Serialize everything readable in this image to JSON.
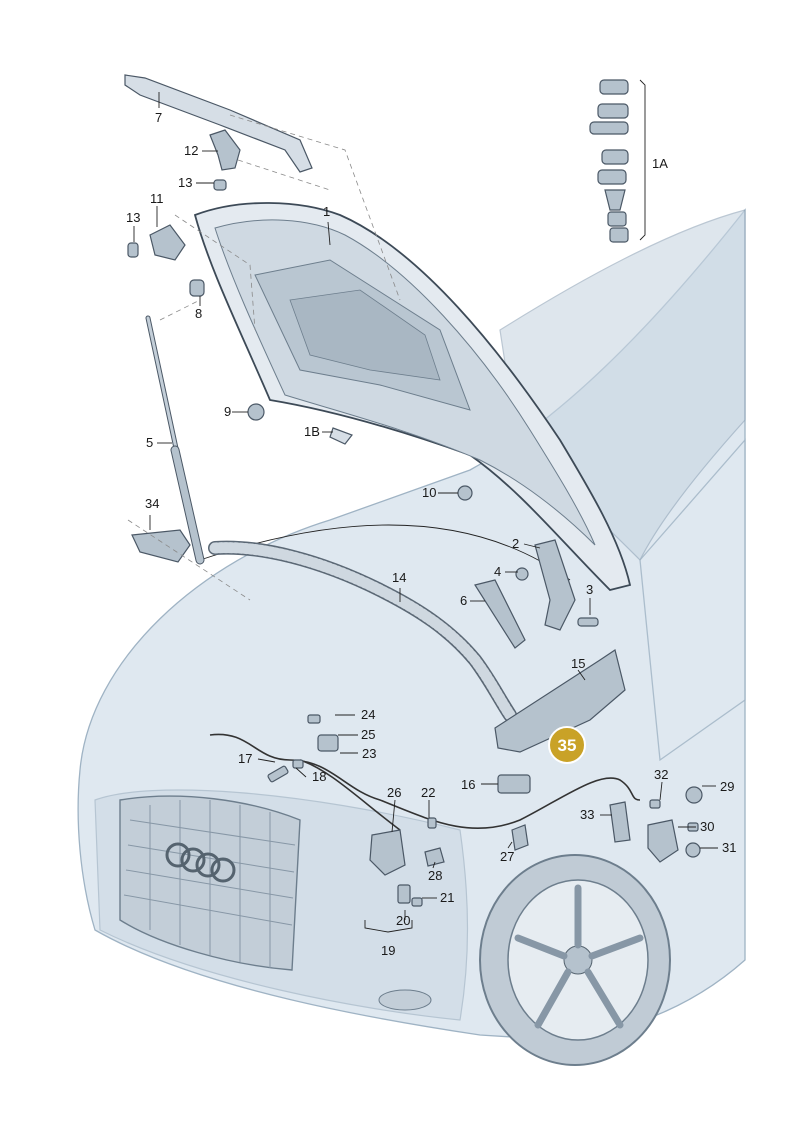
{
  "callouts": [
    {
      "id": "c1",
      "label": "1"
    },
    {
      "id": "c1a",
      "label": "1A"
    },
    {
      "id": "c1b",
      "label": "1B"
    },
    {
      "id": "c2",
      "label": "2"
    },
    {
      "id": "c3",
      "label": "3"
    },
    {
      "id": "c4",
      "label": "4"
    },
    {
      "id": "c5",
      "label": "5"
    },
    {
      "id": "c6",
      "label": "6"
    },
    {
      "id": "c7",
      "label": "7"
    },
    {
      "id": "c8",
      "label": "8"
    },
    {
      "id": "c9",
      "label": "9"
    },
    {
      "id": "c10",
      "label": "10"
    },
    {
      "id": "c11",
      "label": "11"
    },
    {
      "id": "c12",
      "label": "12"
    },
    {
      "id": "c13a",
      "label": "13"
    },
    {
      "id": "c13b",
      "label": "13"
    },
    {
      "id": "c14",
      "label": "14"
    },
    {
      "id": "c15",
      "label": "15"
    },
    {
      "id": "c16",
      "label": "16"
    },
    {
      "id": "c17",
      "label": "17"
    },
    {
      "id": "c18",
      "label": "18"
    },
    {
      "id": "c19",
      "label": "19"
    },
    {
      "id": "c20",
      "label": "20"
    },
    {
      "id": "c21",
      "label": "21"
    },
    {
      "id": "c22",
      "label": "22"
    },
    {
      "id": "c23",
      "label": "23"
    },
    {
      "id": "c24",
      "label": "24"
    },
    {
      "id": "c25",
      "label": "25"
    },
    {
      "id": "c26",
      "label": "26"
    },
    {
      "id": "c27",
      "label": "27"
    },
    {
      "id": "c28",
      "label": "28"
    },
    {
      "id": "c29",
      "label": "29"
    },
    {
      "id": "c30",
      "label": "30"
    },
    {
      "id": "c31",
      "label": "31"
    },
    {
      "id": "c32",
      "label": "32"
    },
    {
      "id": "c33",
      "label": "33"
    },
    {
      "id": "c34",
      "label": "34"
    }
  ],
  "highlight": {
    "label": "35",
    "color": "#c9a227"
  },
  "colors": {
    "car_body": "#dfe8f0",
    "car_outline": "#9fb3c4",
    "part_fill": "#b5c2cd",
    "part_outline": "#4b5866",
    "highlight": "#c9a227"
  }
}
